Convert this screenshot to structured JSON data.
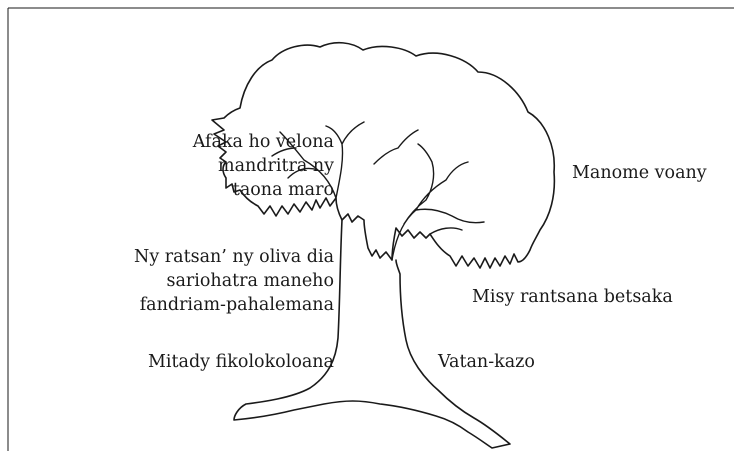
{
  "labels": {
    "afaka": [
      "Afaka ho velona",
      "mandritra ny",
      "taona maro"
    ],
    "ratsana": [
      "Ny ratsan’ ny oliva dia",
      "sariohatra maneho",
      "fandriam-pahalemana"
    ],
    "mitady": [
      "Mitady fikolokoloana"
    ],
    "manome": [
      "Manome voany"
    ],
    "misy": [
      "Misy rantsana betsaka"
    ],
    "vatan": [
      "Vatan-kazo"
    ]
  },
  "colors": {
    "ink": "#1a1a1a",
    "background": "#ffffff"
  }
}
